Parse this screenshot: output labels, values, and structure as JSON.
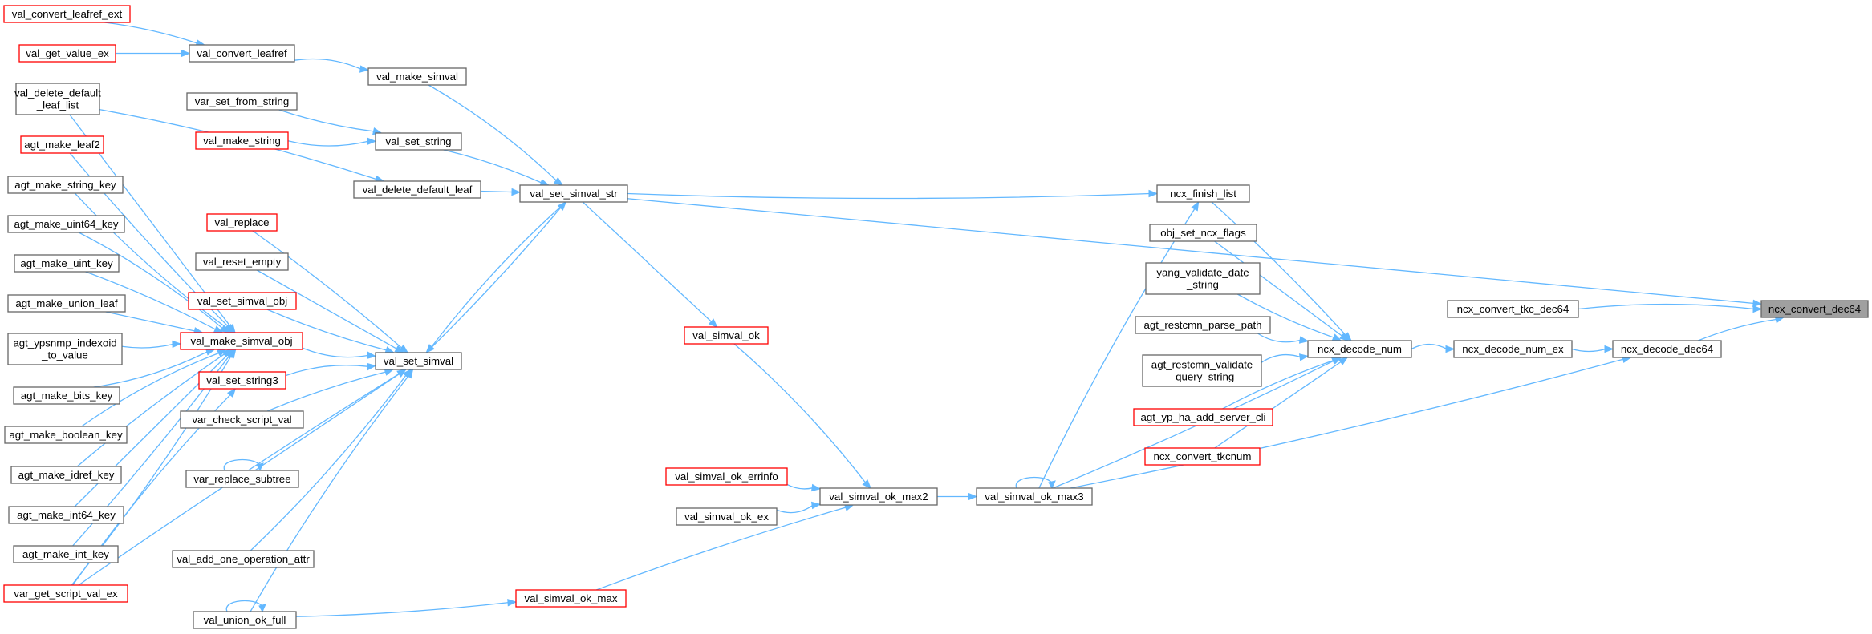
{
  "diagram": {
    "type": "call-graph",
    "focus": "ncx_convert_dec64",
    "nodes": [
      {
        "id": "ncx_convert_dec64",
        "label": "ncx_convert_dec64",
        "style": "focus"
      },
      {
        "id": "ncx_convert_tkc_dec64",
        "label": "ncx_convert_tkc_dec64",
        "style": "normal"
      },
      {
        "id": "ncx_decode_dec64",
        "label": "ncx_decode_dec64",
        "style": "normal"
      },
      {
        "id": "ncx_decode_num_ex",
        "label": "ncx_decode_num_ex",
        "style": "normal"
      },
      {
        "id": "ncx_decode_num",
        "label": "ncx_decode_num",
        "style": "normal"
      },
      {
        "id": "ncx_finish_list",
        "label": "ncx_finish_list",
        "style": "normal"
      },
      {
        "id": "obj_set_ncx_flags",
        "label": "obj_set_ncx_flags",
        "style": "normal"
      },
      {
        "id": "yang_validate_date_string",
        "label": "yang_validate_date\n_string",
        "style": "normal"
      },
      {
        "id": "agt_restcmn_parse_path",
        "label": "agt_restcmn_parse_path",
        "style": "normal"
      },
      {
        "id": "agt_restcmn_validate_query_string",
        "label": "agt_restcmn_validate\n_query_string",
        "style": "normal"
      },
      {
        "id": "agt_yp_ha_add_server_cli",
        "label": "agt_yp_ha_add_server_cli",
        "style": "truncated"
      },
      {
        "id": "ncx_convert_tkcnum",
        "label": "ncx_convert_tkcnum",
        "style": "truncated"
      },
      {
        "id": "val_simval_ok_max3",
        "label": "val_simval_ok_max3",
        "style": "normal"
      },
      {
        "id": "val_simval_ok_max2",
        "label": "val_simval_ok_max2",
        "style": "normal"
      },
      {
        "id": "val_simval_ok_errinfo",
        "label": "val_simval_ok_errinfo",
        "style": "truncated"
      },
      {
        "id": "val_simval_ok_ex",
        "label": "val_simval_ok_ex",
        "style": "normal"
      },
      {
        "id": "val_simval_ok",
        "label": "val_simval_ok",
        "style": "truncated"
      },
      {
        "id": "val_simval_ok_max",
        "label": "val_simval_ok_max",
        "style": "truncated"
      },
      {
        "id": "val_set_simval_str",
        "label": "val_set_simval_str",
        "style": "normal"
      },
      {
        "id": "val_set_simval",
        "label": "val_set_simval",
        "style": "normal"
      },
      {
        "id": "val_union_ok_full",
        "label": "val_union_ok_full",
        "style": "normal"
      },
      {
        "id": "val_make_simval",
        "label": "val_make_simval",
        "style": "normal"
      },
      {
        "id": "val_convert_leafref",
        "label": "val_convert_leafref",
        "style": "normal"
      },
      {
        "id": "val_convert_leafref_ext",
        "label": "val_convert_leafref_ext",
        "style": "truncated"
      },
      {
        "id": "val_get_value_ex",
        "label": "val_get_value_ex",
        "style": "truncated"
      },
      {
        "id": "val_set_string",
        "label": "val_set_string",
        "style": "normal"
      },
      {
        "id": "var_set_from_string",
        "label": "var_set_from_string",
        "style": "normal"
      },
      {
        "id": "val_make_string",
        "label": "val_make_string",
        "style": "truncated"
      },
      {
        "id": "val_delete_default_leaf",
        "label": "val_delete_default_leaf",
        "style": "normal"
      },
      {
        "id": "val_delete_default_leaf_list",
        "label": "val_delete_default\n_leaf_list",
        "style": "normal"
      },
      {
        "id": "val_replace",
        "label": "val_replace",
        "style": "truncated"
      },
      {
        "id": "val_reset_empty",
        "label": "val_reset_empty",
        "style": "normal"
      },
      {
        "id": "val_set_simval_obj",
        "label": "val_set_simval_obj",
        "style": "truncated"
      },
      {
        "id": "val_make_simval_obj",
        "label": "val_make_simval_obj",
        "style": "truncated"
      },
      {
        "id": "val_set_string3",
        "label": "val_set_string3",
        "style": "truncated"
      },
      {
        "id": "var_check_script_val",
        "label": "var_check_script_val",
        "style": "normal"
      },
      {
        "id": "var_replace_subtree",
        "label": "var_replace_subtree",
        "style": "normal"
      },
      {
        "id": "val_add_one_operation_attr",
        "label": "val_add_one_operation_attr",
        "style": "normal"
      },
      {
        "id": "agt_make_leaf2",
        "label": "agt_make_leaf2",
        "style": "truncated"
      },
      {
        "id": "agt_make_string_key",
        "label": "agt_make_string_key",
        "style": "normal"
      },
      {
        "id": "agt_make_uint64_key",
        "label": "agt_make_uint64_key",
        "style": "normal"
      },
      {
        "id": "agt_make_uint_key",
        "label": "agt_make_uint_key",
        "style": "normal"
      },
      {
        "id": "agt_make_union_leaf",
        "label": "agt_make_union_leaf",
        "style": "normal"
      },
      {
        "id": "agt_ypsnmp_indexoid_to_value",
        "label": "agt_ypsnmp_indexoid\n_to_value",
        "style": "normal"
      },
      {
        "id": "agt_make_bits_key",
        "label": "agt_make_bits_key",
        "style": "normal"
      },
      {
        "id": "agt_make_boolean_key",
        "label": "agt_make_boolean_key",
        "style": "normal"
      },
      {
        "id": "agt_make_idref_key",
        "label": "agt_make_idref_key",
        "style": "normal"
      },
      {
        "id": "agt_make_int64_key",
        "label": "agt_make_int64_key",
        "style": "normal"
      },
      {
        "id": "agt_make_int_key",
        "label": "agt_make_int_key",
        "style": "normal"
      },
      {
        "id": "var_get_script_val_ex",
        "label": "var_get_script_val_ex",
        "style": "truncated"
      }
    ],
    "edges": [
      [
        "ncx_convert_tkc_dec64",
        "ncx_convert_dec64"
      ],
      [
        "ncx_decode_dec64",
        "ncx_convert_dec64"
      ],
      [
        "val_set_simval_str",
        "ncx_convert_dec64"
      ],
      [
        "ncx_decode_num_ex",
        "ncx_decode_dec64"
      ],
      [
        "val_simval_ok_max3",
        "ncx_decode_dec64"
      ],
      [
        "ncx_decode_num",
        "ncx_decode_num_ex"
      ],
      [
        "ncx_finish_list",
        "ncx_decode_num"
      ],
      [
        "obj_set_ncx_flags",
        "ncx_decode_num"
      ],
      [
        "yang_validate_date_string",
        "ncx_decode_num"
      ],
      [
        "agt_restcmn_parse_path",
        "ncx_decode_num"
      ],
      [
        "agt_restcmn_validate_query_string",
        "ncx_decode_num"
      ],
      [
        "agt_yp_ha_add_server_cli",
        "ncx_decode_num"
      ],
      [
        "ncx_convert_tkcnum",
        "ncx_decode_num"
      ],
      [
        "val_simval_ok_max3",
        "ncx_decode_num"
      ],
      [
        "val_set_simval_str",
        "ncx_finish_list"
      ],
      [
        "val_simval_ok_max3",
        "ncx_finish_list"
      ],
      [
        "val_simval_ok_max3",
        "val_simval_ok_max3"
      ],
      [
        "val_simval_ok_max2",
        "val_simval_ok_max3"
      ],
      [
        "val_simval_ok_errinfo",
        "val_simval_ok_max2"
      ],
      [
        "val_simval_ok_ex",
        "val_simval_ok_max2"
      ],
      [
        "val_simval_ok",
        "val_simval_ok_max2"
      ],
      [
        "val_simval_ok_max",
        "val_simval_ok_max2"
      ],
      [
        "val_set_simval_str",
        "val_simval_ok"
      ],
      [
        "val_union_ok_full",
        "val_simval_ok_max"
      ],
      [
        "val_union_ok_full",
        "val_union_ok_full"
      ],
      [
        "val_make_simval",
        "val_set_simval_str"
      ],
      [
        "val_set_string",
        "val_set_simval_str"
      ],
      [
        "val_delete_default_leaf",
        "val_set_simval_str"
      ],
      [
        "val_set_simval",
        "val_set_simval_str"
      ],
      [
        "val_set_simval_str",
        "val_set_simval"
      ],
      [
        "val_convert_leafref",
        "val_make_simval"
      ],
      [
        "val_convert_leafref_ext",
        "val_convert_leafref"
      ],
      [
        "val_get_value_ex",
        "val_convert_leafref"
      ],
      [
        "var_set_from_string",
        "val_set_string"
      ],
      [
        "val_make_string",
        "val_set_string"
      ],
      [
        "val_delete_default_leaf_list",
        "val_delete_default_leaf"
      ],
      [
        "val_replace",
        "val_set_simval"
      ],
      [
        "val_reset_empty",
        "val_set_simval"
      ],
      [
        "val_set_simval_obj",
        "val_set_simval"
      ],
      [
        "val_make_simval_obj",
        "val_set_simval"
      ],
      [
        "val_set_string3",
        "val_set_simval"
      ],
      [
        "var_check_script_val",
        "val_set_simval"
      ],
      [
        "var_replace_subtree",
        "val_set_simval"
      ],
      [
        "var_replace_subtree",
        "var_replace_subtree"
      ],
      [
        "val_add_one_operation_attr",
        "val_set_simval"
      ],
      [
        "val_union_ok_full",
        "val_set_simval"
      ],
      [
        "var_get_script_val_ex",
        "val_set_simval"
      ],
      [
        "val_delete_default_leaf_list",
        "val_make_simval_obj"
      ],
      [
        "agt_make_leaf2",
        "val_make_simval_obj"
      ],
      [
        "agt_make_string_key",
        "val_make_simval_obj"
      ],
      [
        "agt_make_uint64_key",
        "val_make_simval_obj"
      ],
      [
        "agt_make_uint_key",
        "val_make_simval_obj"
      ],
      [
        "agt_make_union_leaf",
        "val_make_simval_obj"
      ],
      [
        "agt_ypsnmp_indexoid_to_value",
        "val_make_simval_obj"
      ],
      [
        "agt_make_bits_key",
        "val_make_simval_obj"
      ],
      [
        "agt_make_boolean_key",
        "val_make_simval_obj"
      ],
      [
        "agt_make_idref_key",
        "val_make_simval_obj"
      ],
      [
        "agt_make_int64_key",
        "val_make_simval_obj"
      ],
      [
        "agt_make_int_key",
        "val_make_simval_obj"
      ],
      [
        "var_get_script_val_ex",
        "val_make_simval_obj"
      ],
      [
        "var_get_script_val_ex",
        "val_set_string3"
      ]
    ]
  }
}
